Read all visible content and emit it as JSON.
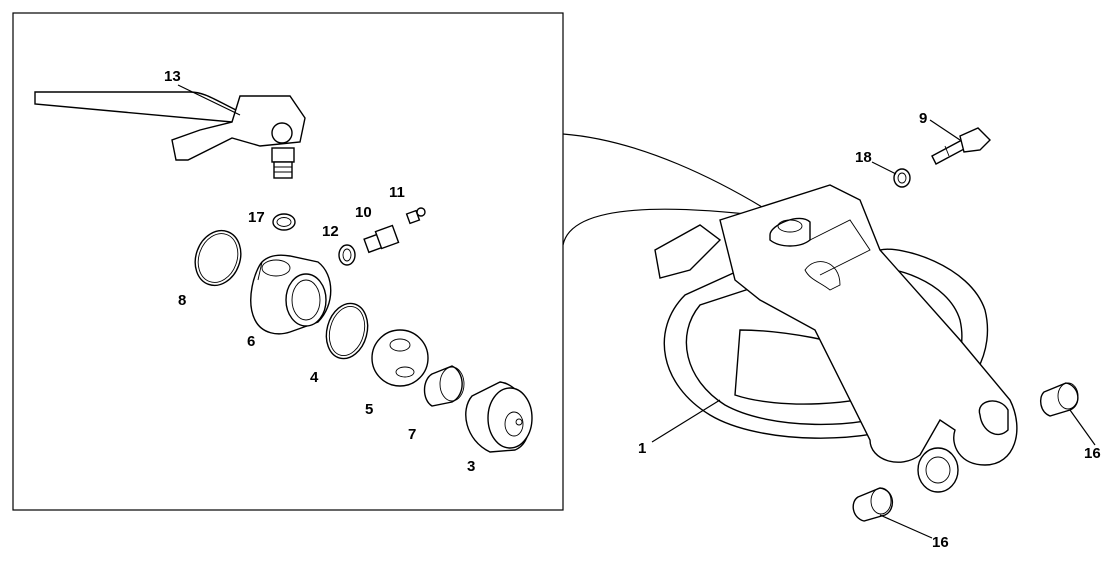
{
  "callouts": {
    "c1": "1",
    "c3": "3",
    "c4": "4",
    "c5": "5",
    "c6": "6",
    "c7": "7",
    "c8": "8",
    "c9": "9",
    "c10": "10",
    "c11": "11",
    "c12": "12",
    "c13": "13",
    "c16a": "16",
    "c16b": "16",
    "c17": "17",
    "c18": "18"
  }
}
